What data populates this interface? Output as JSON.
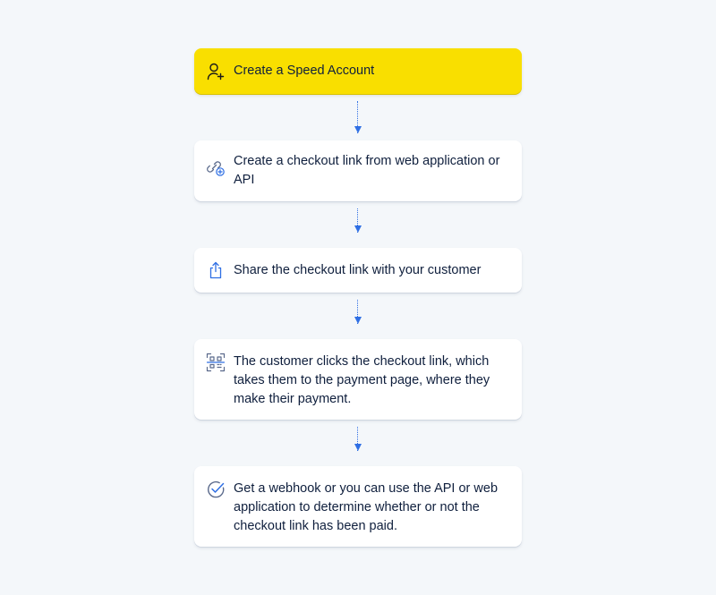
{
  "colors": {
    "background": "#f4f7fa",
    "highlight": "#f9df00",
    "card": "#ffffff",
    "text": "#0f1f3d",
    "arrow": "#2f6fe4",
    "icon": "#5b6a8c",
    "icon_accent": "#2f6fe4"
  },
  "steps": [
    {
      "label": "Create a Speed Account",
      "icon": "user-add-icon",
      "highlighted": true
    },
    {
      "label": "Create a checkout link from web application or API",
      "icon": "link-add-icon",
      "highlighted": false
    },
    {
      "label": "Share the checkout link with your customer",
      "icon": "share-icon",
      "highlighted": false
    },
    {
      "label": "The customer clicks the checkout link, which takes them to the payment page, where they make their payment.",
      "icon": "qr-scan-icon",
      "highlighted": false
    },
    {
      "label": "Get a webhook or you can use the API or web application to determine whether or not the checkout link has been paid.",
      "icon": "check-circle-icon",
      "highlighted": false
    }
  ]
}
